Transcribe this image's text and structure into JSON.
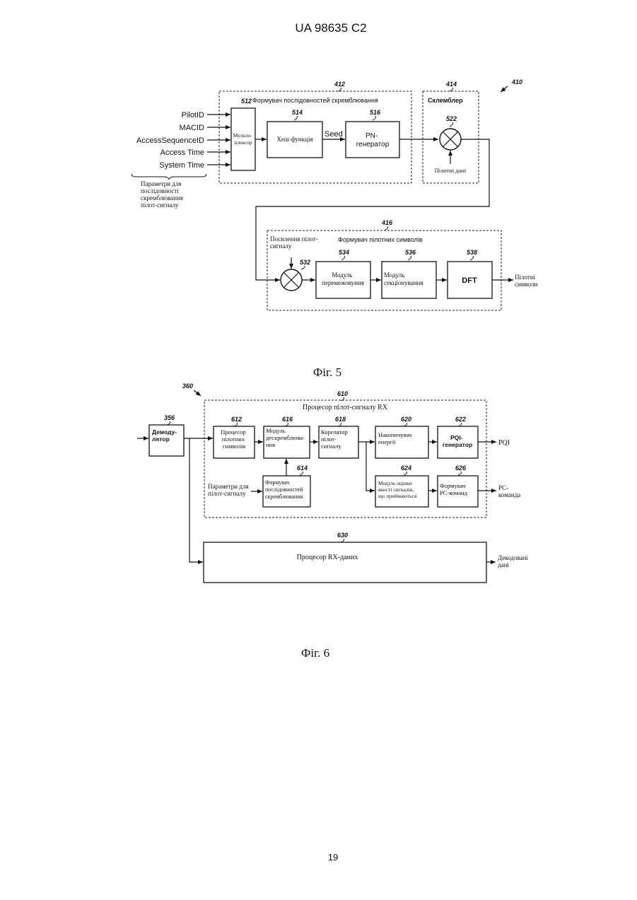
{
  "header": {
    "patent_number": "UA   98635   C2"
  },
  "footer": {
    "page_number": "19"
  },
  "fig5": {
    "caption": "Фіг. 5",
    "refs": {
      "system": "410",
      "generator_block": "412",
      "scrambler_block": "414",
      "symbol_block": "416",
      "mux": "512",
      "hash": "514",
      "pn": "516",
      "mult1": "522",
      "mult2": "532",
      "interleave": "534",
      "section": "536",
      "dft": "538"
    },
    "inputs": [
      "PilotID",
      "MACID",
      "AccessSequenceID",
      "Access Time",
      "System Time"
    ],
    "params_label": [
      "Параметри для",
      "послідовності",
      "скремблювання",
      "пілот-сигналу"
    ],
    "generator_title": "Формувач послідовностей скремблювання",
    "mux": [
      "Мульти-",
      "плексор"
    ],
    "hash": "Хеш-функція",
    "seed": "Seed",
    "pn": [
      "PN-",
      "генератор"
    ],
    "scrambler_title": "Склемблер",
    "pilot_data": "Пілотні дані",
    "boost": [
      "Посилення пілот-",
      "сигналу"
    ],
    "symbol_title": "Формувач пілотних символів",
    "interleave": [
      "Модуль",
      "перемежовуння"
    ],
    "section": [
      "Модуль",
      "секціонування"
    ],
    "dft": "DFT",
    "output": [
      "Пілотні",
      "символи"
    ]
  },
  "fig6": {
    "caption": "Фіг. 6",
    "refs": {
      "system": "360",
      "demod": "356",
      "processor": "610",
      "pilot_proc": "612",
      "seq_gen": "614",
      "descramble": "616",
      "correlator": "618",
      "energy": "620",
      "pqi_gen": "622",
      "quality": "624",
      "pc_gen": "626",
      "rx_data": "630"
    },
    "demod": [
      "Демоду-",
      "лятор"
    ],
    "processor_title": "Процесор пілот-сигналу RX",
    "pilot_proc": [
      "Процесор",
      "пілотних",
      "символів"
    ],
    "descramble": [
      "Модуль",
      "дескремблюва-",
      "ння"
    ],
    "correlator": [
      "Корелятор",
      "пілот-",
      "сигналу"
    ],
    "energy": [
      "Накопичувач",
      "енергії"
    ],
    "pqi_gen": [
      "PQI-",
      "генератор"
    ],
    "pqi_out": "PQI",
    "seq_gen": [
      "Формувач",
      "послідовностей",
      "скремблювання"
    ],
    "params_label": [
      "Параметри для",
      "пілот-сигналу"
    ],
    "quality": [
      "Модуль оцінки",
      "якості сигналів,",
      "що приймаються"
    ],
    "pc_gen": [
      "Формувач",
      "PC-команд"
    ],
    "pc_out": [
      "PC-",
      "команда"
    ],
    "rx_data": "Процесор RX-даних",
    "rx_out": [
      "Декодовані",
      "дані"
    ]
  }
}
